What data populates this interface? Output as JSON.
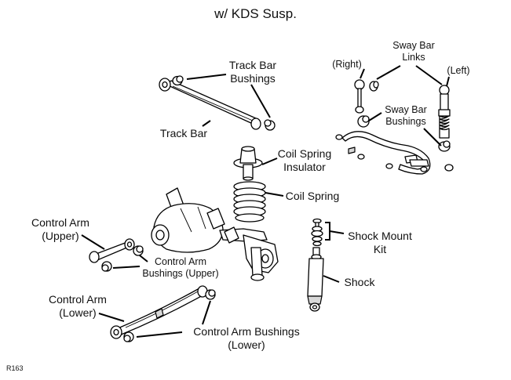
{
  "title": "w/ KDS Susp.",
  "figure_code": "R163",
  "labels": {
    "track_bar_bushings": [
      "Track Bar",
      "Bushings"
    ],
    "track_bar": "Track Bar",
    "sway_bar_links": [
      "Sway Bar",
      "Links"
    ],
    "right": "(Right)",
    "left": "(Left)",
    "sway_bar_bushings": [
      "Sway Bar",
      "Bushings"
    ],
    "coil_spring_insulator": [
      "Coil Spring",
      "Insulator"
    ],
    "coil_spring": "Coil Spring",
    "control_arm_upper": [
      "Control Arm",
      "(Upper)"
    ],
    "control_arm_bushings_upper": [
      "Control Arm",
      "Bushings (Upper)"
    ],
    "shock_mount_kit": [
      "Shock Mount",
      "Kit"
    ],
    "shock": "Shock",
    "control_arm_lower": [
      "Control Arm",
      "(Lower)"
    ],
    "control_arm_bushings_lower": [
      "Control Arm Bushings",
      "(Lower)"
    ]
  }
}
